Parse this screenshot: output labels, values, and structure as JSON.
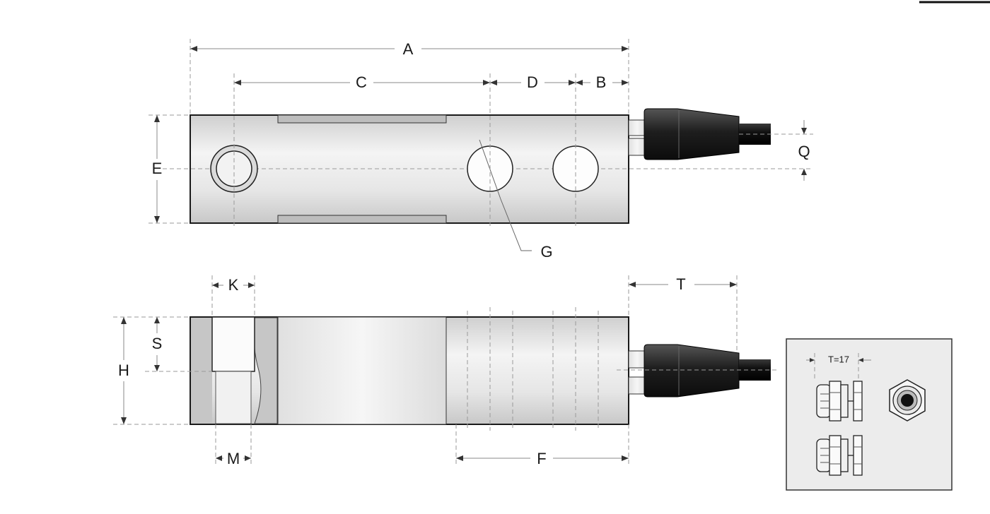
{
  "labels": {
    "A": "A",
    "B": "B",
    "C": "C",
    "D": "D",
    "E": "E",
    "F": "F",
    "G": "G",
    "H": "H",
    "K": "K",
    "M": "M",
    "Q": "Q",
    "S": "S",
    "T": "T"
  },
  "inset": {
    "t_label": "T=17"
  }
}
